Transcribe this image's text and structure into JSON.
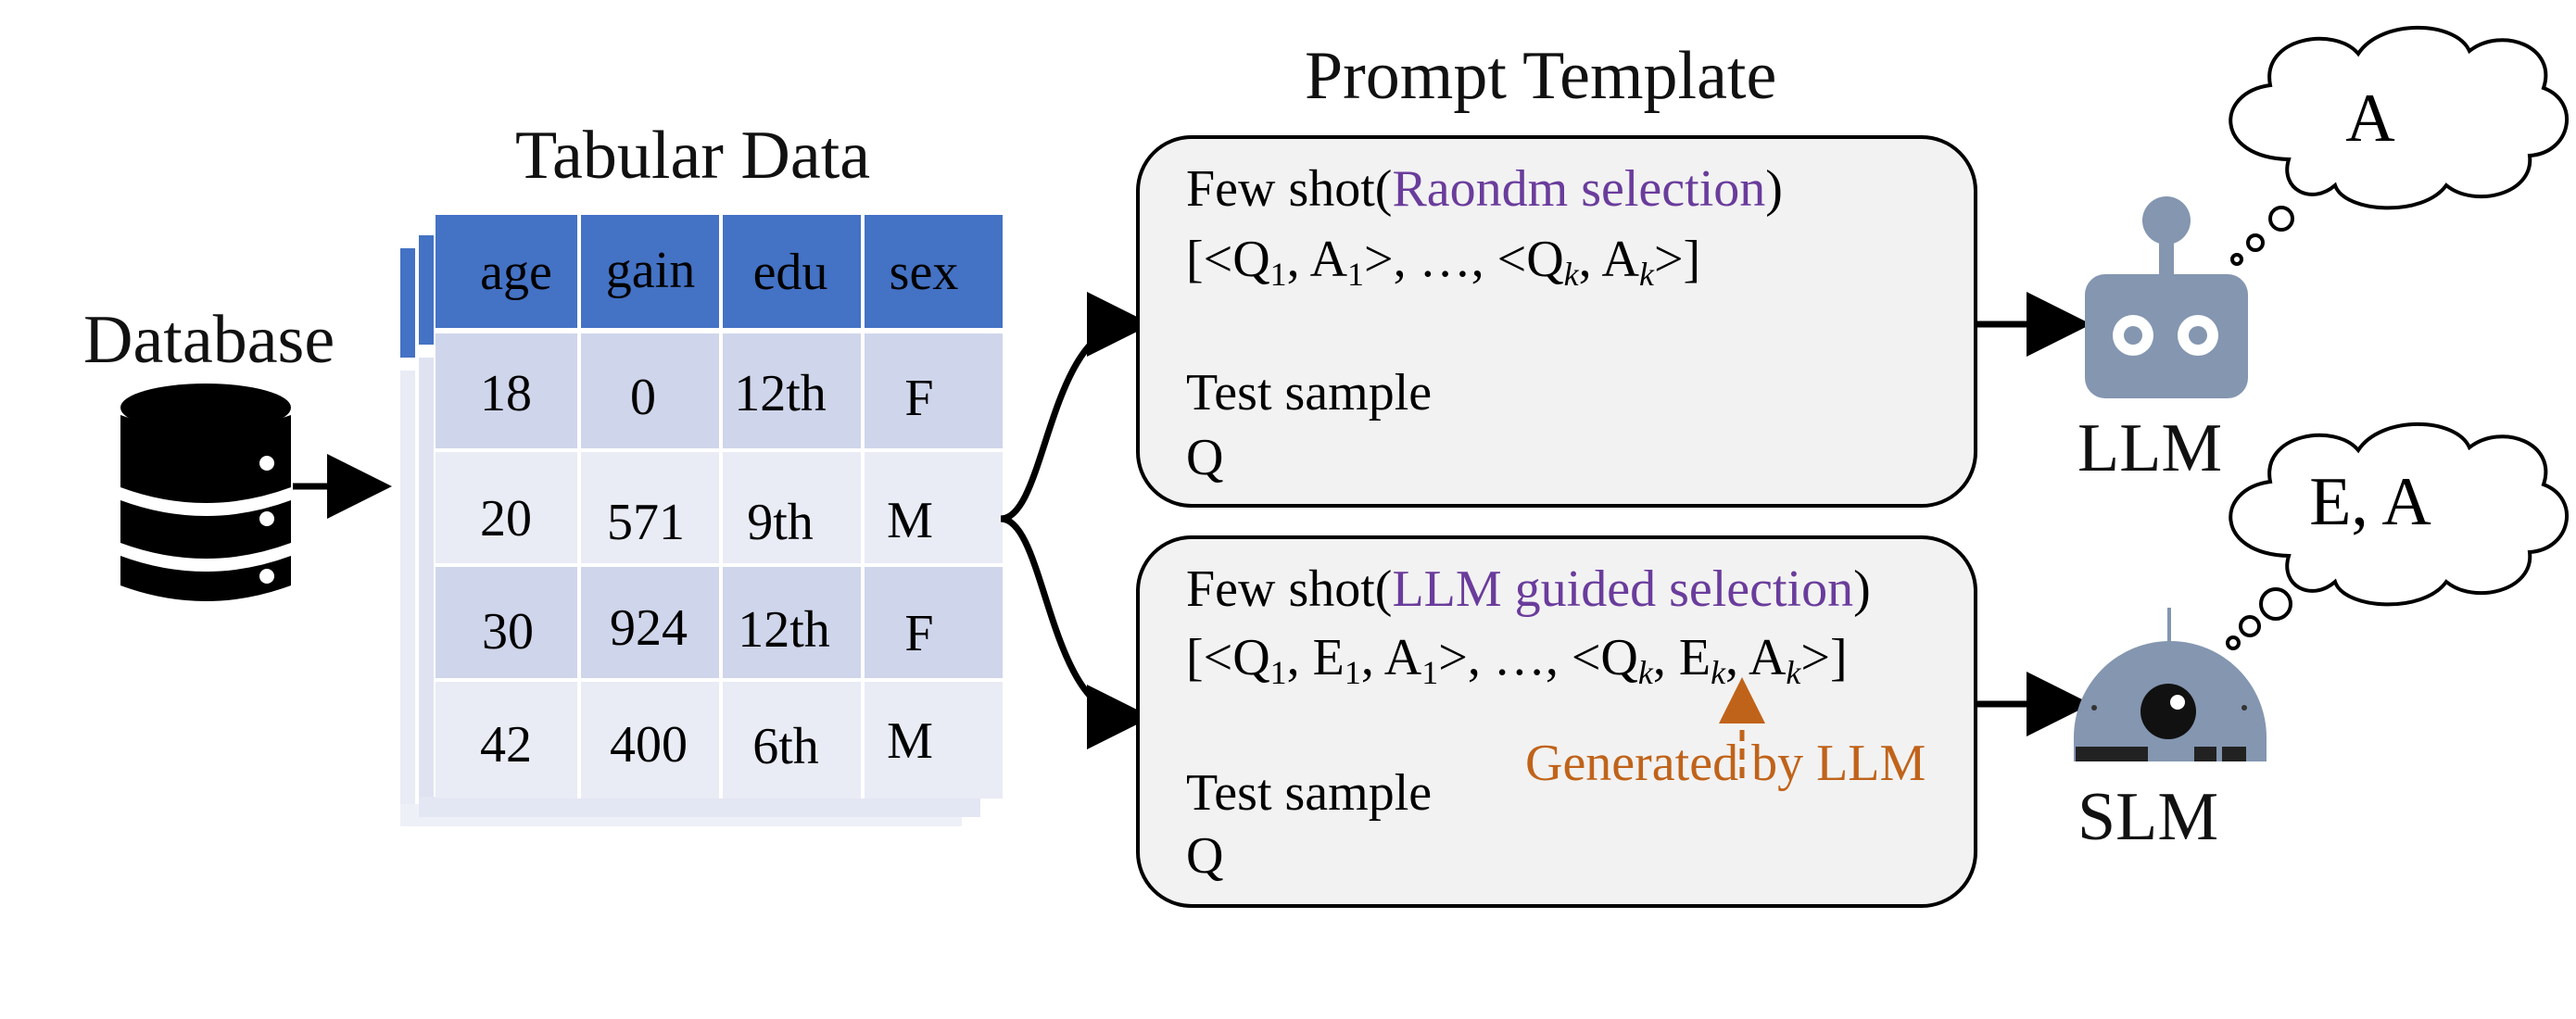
{
  "database": {
    "label": "Database"
  },
  "table": {
    "title": "Tabular Data",
    "headers": [
      "age",
      "gain",
      "edu",
      "sex"
    ],
    "rows": [
      [
        "18",
        "0",
        "12th",
        "F"
      ],
      [
        "20",
        "571",
        "9th",
        "M"
      ],
      [
        "30",
        "924",
        "12th",
        "F"
      ],
      [
        "42",
        "400",
        "6th",
        "M"
      ]
    ]
  },
  "prompt": {
    "title": "Prompt Template",
    "box1": {
      "few_shot_prefix": "Few shot(",
      "few_shot_method": "Raondm selection",
      "few_shot_suffix": ")",
      "test_label": "Test sample",
      "test_value": "Q"
    },
    "box2": {
      "few_shot_prefix": "Few shot(",
      "few_shot_method": "LLM guided selection",
      "few_shot_suffix": ")",
      "note": "Generated by LLM",
      "test_label": "Test sample",
      "test_value": "Q"
    }
  },
  "models": {
    "llm": {
      "label": "LLM",
      "output": "A"
    },
    "slm": {
      "label": "SLM",
      "output": "E, A"
    }
  },
  "colors": {
    "header": "#4472c4",
    "row_dark": "#cfd5ea",
    "row_light": "#e9ebf5",
    "box_fill": "#f2f2f2",
    "purple": "#6a3c9c",
    "orange": "#c0631a",
    "robot": "#8496b0"
  }
}
